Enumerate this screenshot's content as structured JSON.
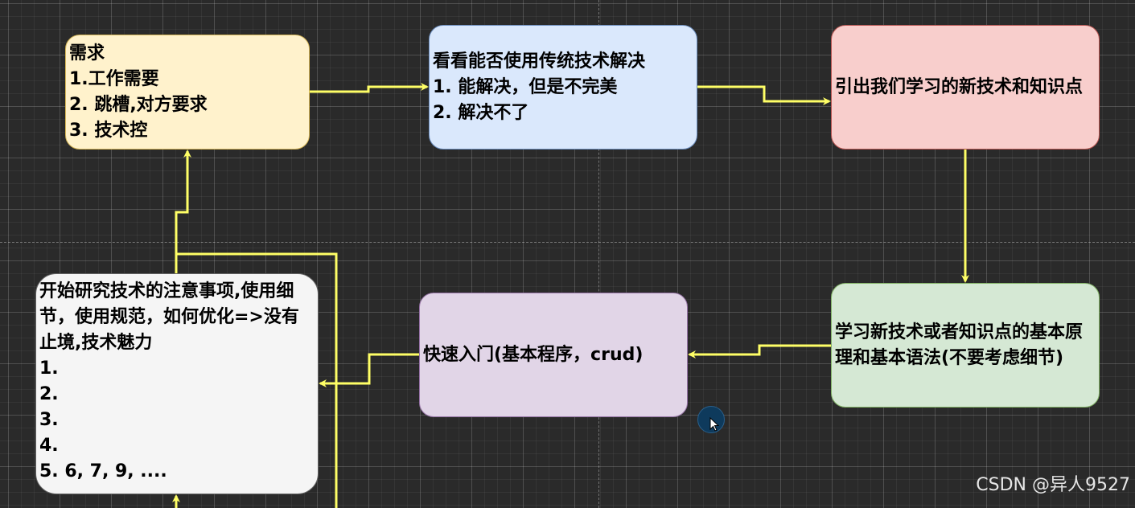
{
  "nodes": {
    "demand": {
      "lines": [
        "需求",
        "1.工作需要",
        "2. 跳槽,对方要求",
        "3. 技术控"
      ]
    },
    "traditional": {
      "lines": [
        "看看能否使用传统技术解决",
        "1. 能解决，但是不完美",
        "2. 解决不了"
      ]
    },
    "introduce": {
      "text": "引出我们学习的新技术和知识点"
    },
    "learn_basics": {
      "text": "学习新技术或者知识点的基本原理和基本语法(不要考虑细节)"
    },
    "quick_start": {
      "text": "快速入门(基本程序，crud)"
    },
    "study_details": {
      "text": "开始研究技术的注意事项,使用细节，使用规范，如何优化=>没有止境,技术魅力",
      "items": [
        "1.",
        "2.",
        "3.",
        "4.",
        "5. 6, 7, 9, ...."
      ]
    }
  },
  "colors": {
    "connector": "#ffff66",
    "demand_fill": "#fff2cc",
    "traditional_fill": "#dae8fc",
    "introduce_fill": "#f8cecc",
    "learn_fill": "#d5e8d4",
    "quick_fill": "#e1d5e7",
    "study_fill": "#f5f5f5"
  },
  "watermark": "CSDN @异人9527"
}
